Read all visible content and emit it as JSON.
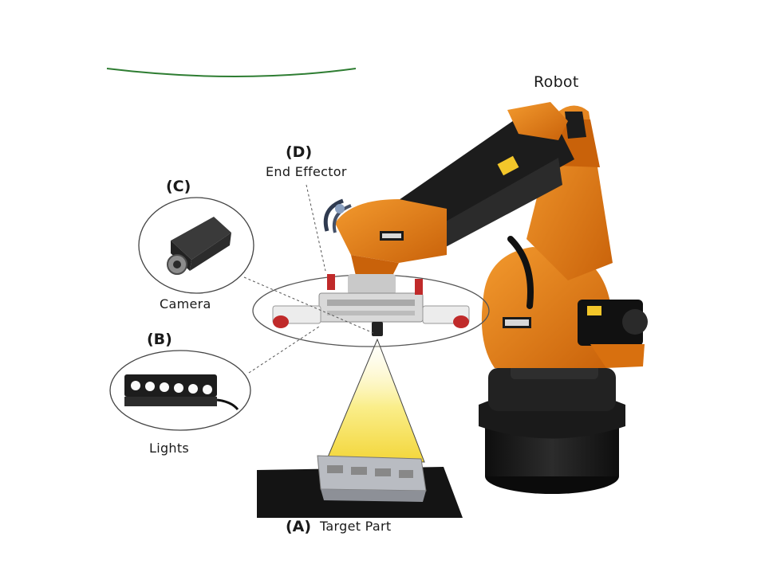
{
  "labels": {
    "robot": "Robot",
    "end_effector_letter": "(D)",
    "end_effector": "End Effector",
    "camera_letter": "(C)",
    "camera": "Camera",
    "lights_letter": "(B)",
    "lights": "Lights",
    "target_letter": "(A)",
    "target": "Target Part"
  },
  "colors": {
    "robot_orange": "#e07a12",
    "robot_dark": "#1c1c1c",
    "light_beam": "#f6e04a",
    "accent_green": "#2e7d32"
  }
}
